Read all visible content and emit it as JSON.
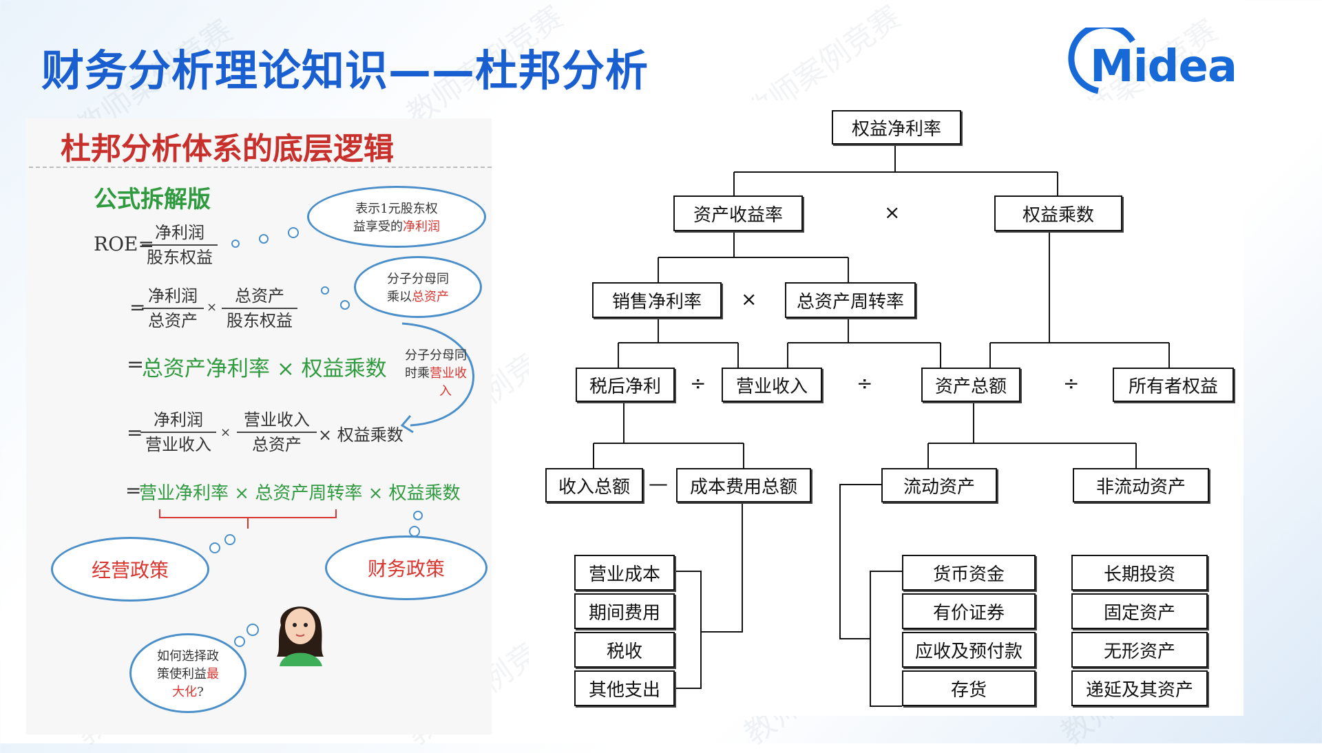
{
  "title": "财务分析理论知识——杜邦分析",
  "logo": {
    "text": "Midea"
  },
  "watermark": "教师案例竞赛",
  "colors": {
    "title": "#1a5fd0",
    "accent_red": "#d8352f",
    "accent_green": "#2f9a3e",
    "cloud_border": "#4a8fc9"
  },
  "left_panel": {
    "heading": "杜邦分析体系的底层逻辑",
    "subheading": "公式拆解版",
    "roe_label": "ROE=",
    "line1": {
      "num": "净利润",
      "den": "股东权益"
    },
    "line2": {
      "f1_num": "净利润",
      "f1_den": "总资产",
      "times": "×",
      "f2_num": "总资产",
      "f2_den": "股东权益"
    },
    "line3": {
      "eq": "=",
      "text": "总资产净利率 × 权益乘数"
    },
    "line4": {
      "f1_num": "净利润",
      "f1_den": "营业收入",
      "times": "×",
      "f2_num": "营业收入",
      "f2_den": "总资产",
      "tail": "× 权益乘数"
    },
    "line5": {
      "eq": "=",
      "text": "营业净利率 × 总资产周转率 × 权益乘数"
    },
    "cloud1": {
      "line1": "表示1元股东权",
      "line2_plain": "益享受的",
      "line2_red": "净利润"
    },
    "cloud2": {
      "line1": "分子分母同",
      "line2_plain": "乘以",
      "line2_red": "总资产"
    },
    "note3": {
      "line1": "分子分母同",
      "line2_plain": "时乘",
      "line2_red": "营业收",
      "line3_red": "入"
    },
    "cloud_op": "经营政策",
    "cloud_fin": "财务政策",
    "cloud_q": {
      "line1": "如何选择政",
      "line2_plain": "策使利益",
      "line2_red": "最",
      "line3_red": "大化",
      "line3_plain": "?"
    }
  },
  "tree": {
    "root": "权益净利率",
    "roa": "资产收益率",
    "em": "权益乘数",
    "npm": "销售净利率",
    "tat": "总资产周转率",
    "ni": "税后净利",
    "rev": "营业收入",
    "ta": "资产总额",
    "eq": "所有者权益",
    "ti": "收入总额",
    "tc": "成本费用总额",
    "ca": "流动资产",
    "nca": "非流动资产",
    "costs": [
      "营业成本",
      "期间费用",
      "税收",
      "其他支出"
    ],
    "current": [
      "货币资金",
      "有价证券",
      "应收及预付款",
      "存货"
    ],
    "noncurrent": [
      "长期投资",
      "固定资产",
      "无形资产",
      "递延及其资产"
    ],
    "op_times": "×",
    "op_div": "÷",
    "op_minus": "—"
  }
}
